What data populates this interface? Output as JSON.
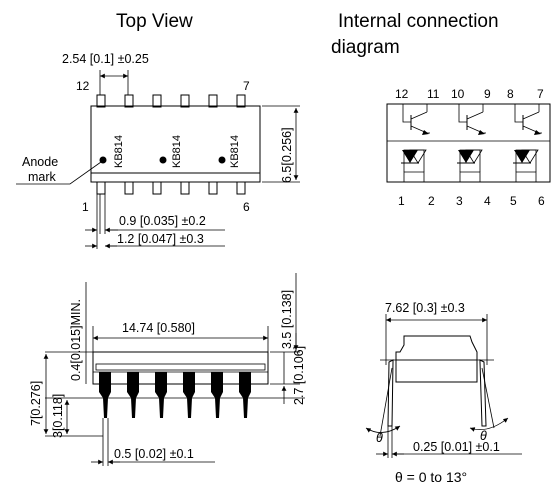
{
  "titles": {
    "top_view": "Top View",
    "internal_line1": "Internal connection",
    "internal_line2": "diagram"
  },
  "top_view": {
    "pitch_dim": "2.54 [0.1] ±0.25",
    "pin_12": "12",
    "pin_7": "7",
    "pin_1": "1",
    "pin_6": "6",
    "chip_marking": "KB814",
    "anode_mark_line1": "Anode",
    "anode_mark_line2": "mark",
    "width_dim": "6.5[0.256]",
    "lead_width_dim": "0.9 [0.035] ±0.2",
    "lead_root_dim": "1.2 [0.047] ±0.3"
  },
  "internal": {
    "top_pins": [
      "12",
      "11",
      "10",
      "9",
      "8",
      "7"
    ],
    "bottom_pins": [
      "1",
      "2",
      "3",
      "4",
      "5",
      "6"
    ]
  },
  "side_view": {
    "length_dim": "14.74 [0.580]",
    "standoff_dim": "0.4[0.015]MIN.",
    "body_height_dim": "3.5 [0.138]",
    "lead_len_dim": "2.7 [0.106]",
    "total_height_dim": "7[0.276]",
    "seat_dim": "3[0.118]",
    "lead_dim": "0.5 [0.02] ±0.1"
  },
  "end_view": {
    "row_spacing_dim": "7.62 [0.3] ±0.3",
    "theta_symbol": "θ",
    "thickness_dim": "0.25 [0.01] ±0.1",
    "theta_range": "θ = 0 to 13°"
  }
}
